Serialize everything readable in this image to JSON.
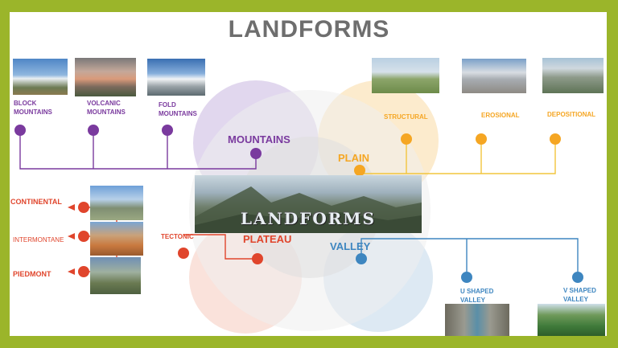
{
  "title": "LANDFORMS",
  "center_image_word": "LANDFORMS",
  "hubs": {
    "mountains": "MOUNTAINS",
    "plain": "PLAIN",
    "plateau": "PLATEAU",
    "valley": "VALLEY"
  },
  "mountains_types": [
    "BLOCK MOUNTAINS",
    "VOLCANIC MOUNTAINS",
    "FOLD MOUNTAINS"
  ],
  "plain_types": [
    "STRUCTURAL",
    "EROSIONAL",
    "DEPOSITIONAL"
  ],
  "plateau_types": [
    "CONTINENTAL",
    "INTERMONTANE",
    "PIEDMONT",
    "TECTONIC"
  ],
  "valley_types": [
    "U SHAPED VALLEY",
    "V SHAPED VALLEY"
  ],
  "colors": {
    "frame": "#9bb52a",
    "mountains": "#7a3a9e",
    "plain": "#f5a623",
    "plateau": "#e0452c",
    "valley": "#3e86c0",
    "title": "#6e6e6e"
  }
}
